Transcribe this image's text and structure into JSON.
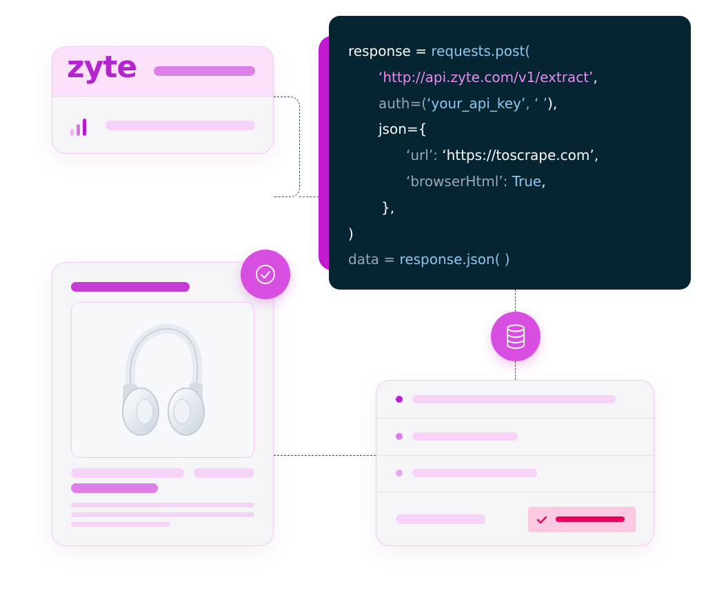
{
  "brand": {
    "logo_text": "zyte",
    "accent_color": "#b224ce",
    "dark_color": "#062532"
  },
  "code": {
    "lines": [
      {
        "segments": [
          {
            "text": "response = ",
            "color": "white"
          },
          {
            "text": "requests.post(",
            "color": "blue"
          }
        ]
      },
      {
        "segments": [
          {
            "text": "‘http://api.zyte.com/v1/extract’",
            "color": "pink"
          },
          {
            "text": ",",
            "color": "white"
          }
        ]
      },
      {
        "segments": [
          {
            "text": "auth=(",
            "color": "gray"
          },
          {
            "text": "‘your_api_key’",
            "color": "blue"
          },
          {
            "text": ", ‘ ’",
            "color": "gray"
          },
          {
            "text": "),",
            "color": "white"
          }
        ]
      },
      {
        "segments": [
          {
            "text": "json={",
            "color": "white"
          }
        ]
      },
      {
        "segments": [
          {
            "text": "‘url’: ",
            "color": "gray"
          },
          {
            "text": "‘https://toscrape.com’",
            "color": "white"
          },
          {
            "text": ",",
            "color": "white"
          }
        ]
      },
      {
        "segments": [
          {
            "text": "‘browserHtml’: ",
            "color": "gray"
          },
          {
            "text": "True",
            "color": "blue"
          },
          {
            "text": ",",
            "color": "white"
          }
        ]
      },
      {
        "segments": [
          {
            "text": "},",
            "color": "white"
          }
        ]
      },
      {
        "segments": [
          {
            "text": ")",
            "color": "white"
          }
        ]
      },
      {
        "segments": [
          {
            "text": "data = ",
            "color": "gray"
          },
          {
            "text": "response.json( )",
            "color": "blue"
          }
        ]
      }
    ]
  },
  "icons": {
    "signal": "signal-bars-icon",
    "check": "check-circle-icon",
    "database": "database-icon",
    "product": "headphones-icon",
    "status": "checkmark-icon"
  }
}
